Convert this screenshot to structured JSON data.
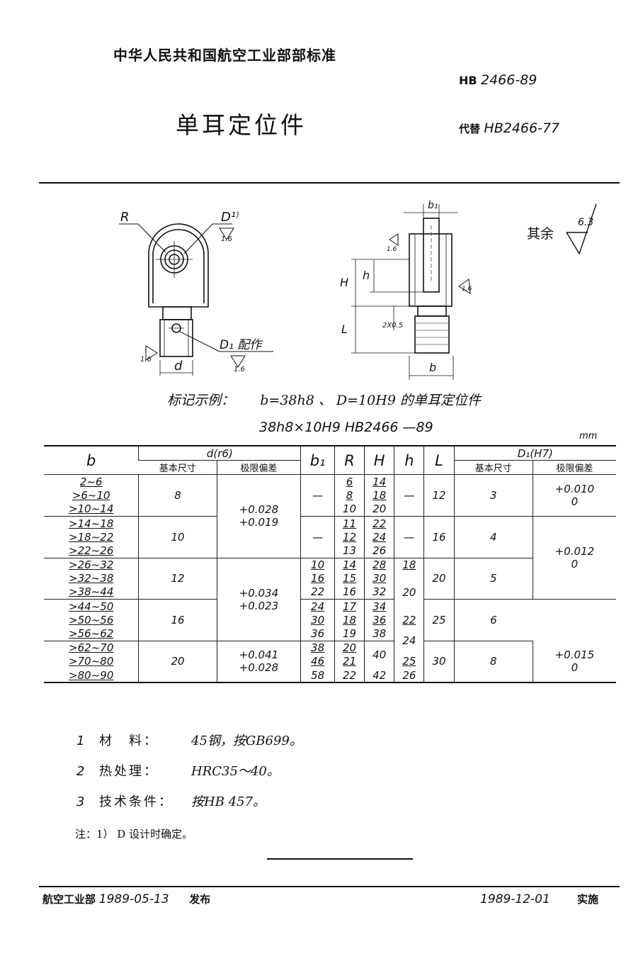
{
  "header": {
    "organization": "中华人民共和国航空工业部部标准",
    "std_prefix": "HB",
    "std_number": "2466-89",
    "title": "单耳定位件",
    "replaces_label": "代替",
    "replaces_number": "HB2466-77"
  },
  "drawing": {
    "R": "R",
    "D1sup": "D¹⁾",
    "rough_16_a": "1.6",
    "rough_16_b": "1.6",
    "rough_16_c": "1.6",
    "rough_16_d": "1.6",
    "rough_16_e": "1.6",
    "D1_fit": "D₁ 配作",
    "d": "d",
    "b1": "b₁",
    "H": "H",
    "h": "h",
    "L": "L",
    "chamfer": "2X0.5",
    "b": "b",
    "rest_label": "其余",
    "rest_rough": "6.3"
  },
  "example": {
    "label": "标记示例：",
    "text": "b=38h8 、 D=10H9 的单耳定位件",
    "code": "38h8×10H9  HB2466 —89"
  },
  "unit": "mm",
  "table": {
    "headers": {
      "b": "b",
      "d": "d(r6)",
      "basic": "基本尺寸",
      "limit": "极限偏差",
      "b1": "b₁",
      "R": "R",
      "H": "H",
      "h": "h",
      "L": "L",
      "D1": "D₁(H7)",
      "basic2": "基本尺寸",
      "limit2": "极限偏差"
    },
    "b": [
      "2~6",
      ">6~10",
      ">10~14",
      ">14~18",
      ">18~22",
      ">22~26",
      ">26~32",
      ">32~38",
      ">38~44",
      ">44~50",
      ">50~56",
      ">56~62",
      ">62~70",
      ">70~80",
      ">80~90"
    ],
    "d_basic": [
      "8",
      "10",
      "12",
      "16",
      "20"
    ],
    "d_limit": [
      "+0.028\n+0.019",
      "+0.034\n+0.023",
      "+0.041\n+0.028"
    ],
    "b1": [
      "—",
      "—",
      "10",
      "16",
      "22",
      "24",
      "30",
      "36",
      "38",
      "46",
      "58"
    ],
    "R": [
      "6",
      "8",
      "10",
      "11",
      "12",
      "13",
      "14",
      "15",
      "16",
      "17",
      "18",
      "19",
      "20",
      "21",
      "22"
    ],
    "H": [
      "14",
      "18",
      "20",
      "22",
      "24",
      "26",
      "28",
      "30",
      "32",
      "34",
      "36",
      "38",
      "40",
      "42"
    ],
    "h": [
      "—",
      "—",
      "18",
      "20",
      "22",
      "24",
      "25",
      "26"
    ],
    "L": [
      "12",
      "16",
      "20",
      "25",
      "30"
    ],
    "D1_basic": [
      "3",
      "4",
      "5",
      "6",
      "8"
    ],
    "D1_limit": [
      "+0.010\n0",
      "+0.012\n0",
      "+0.015\n0"
    ]
  },
  "notes": [
    {
      "n": "1",
      "k": "材　料：",
      "v": "45钢，按GB699。"
    },
    {
      "n": "2",
      "k": "热处理：",
      "v": "HRC35～40。"
    },
    {
      "n": "3",
      "k": "技术条件：",
      "v": "按HB 457。"
    }
  ],
  "footnote": "注：1）  D 设计时确定。",
  "footer": {
    "publisher": "航空工业部",
    "pub_date": "1989-05-13",
    "pub_label": "发布",
    "impl_date": "1989-12-01",
    "impl_label": "实施"
  }
}
